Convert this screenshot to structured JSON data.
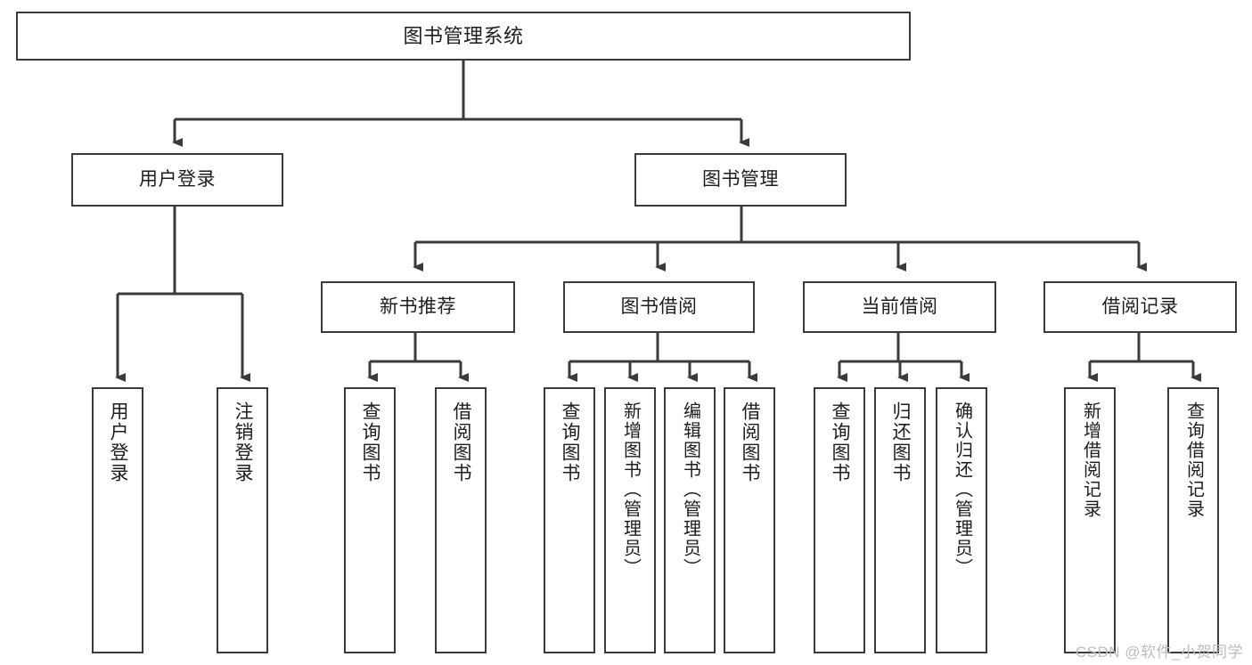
{
  "diagram": {
    "title": "图书管理系统",
    "type": "tree",
    "root": {
      "id": "root",
      "label": "图书管理系统"
    },
    "level2": [
      {
        "id": "user-login",
        "label": "用户登录"
      },
      {
        "id": "book-manage",
        "label": "图书管理"
      }
    ],
    "level3": [
      {
        "id": "new-book-rec",
        "label": "新书推荐"
      },
      {
        "id": "book-borrow",
        "label": "图书借阅"
      },
      {
        "id": "current-borrow",
        "label": "当前借阅"
      },
      {
        "id": "borrow-record",
        "label": "借阅记录"
      }
    ],
    "leaves": {
      "user_login": [
        {
          "id": "leaf-user-login",
          "label": "用户登录"
        },
        {
          "id": "leaf-logout",
          "label": "注销登录"
        }
      ],
      "new_book_rec": [
        {
          "id": "leaf-query-book-1",
          "label": "查询图书"
        },
        {
          "id": "leaf-borrow-book-1",
          "label": "借阅图书"
        }
      ],
      "book_borrow": [
        {
          "id": "leaf-query-book-2",
          "label": "查询图书"
        },
        {
          "id": "leaf-add-book",
          "label": "新增图书（管理员）"
        },
        {
          "id": "leaf-edit-book",
          "label": "编辑图书（管理员）"
        },
        {
          "id": "leaf-borrow-book-2",
          "label": "借阅图书"
        }
      ],
      "current_borrow": [
        {
          "id": "leaf-query-book-3",
          "label": "查询图书"
        },
        {
          "id": "leaf-return-book",
          "label": "归还图书"
        },
        {
          "id": "leaf-confirm-return",
          "label": "确认归还（管理员）"
        }
      ],
      "borrow_record": [
        {
          "id": "leaf-add-record",
          "label": "新增借阅记录"
        },
        {
          "id": "leaf-query-record",
          "label": "查询借阅记录"
        }
      ]
    }
  },
  "watermark": {
    "text": "CSDN @软件_小贺同学"
  },
  "colors": {
    "stroke": "#3b3b3b",
    "background": "#ffffff",
    "text": "#1d1d1d",
    "watermark": "#bdbdbd"
  }
}
